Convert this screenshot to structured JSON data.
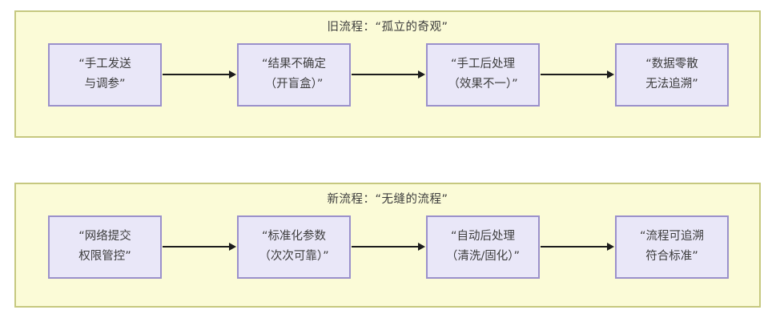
{
  "sections": [
    {
      "title": "旧流程：“孤立的奇观”",
      "boxes": [
        {
          "line1": "“手工发送",
          "line2": "与调参”"
        },
        {
          "line1": "“结果不确定",
          "line2": "（开盲盒）”"
        },
        {
          "line1": "“手工后处理",
          "line2": "（效果不一）”"
        },
        {
          "line1": "“数据零散",
          "line2": "无法追溯”"
        }
      ]
    },
    {
      "title": "新流程：“无缝的流程”",
      "boxes": [
        {
          "line1": "“网络提交",
          "line2": "权限管控”"
        },
        {
          "line1": "“标准化参数",
          "line2": "（次次可靠）”"
        },
        {
          "line1": "“自动后处理",
          "line2": "（清洗/固化）”"
        },
        {
          "line1": "“流程可追溯",
          "line2": "符合标准”"
        }
      ]
    }
  ],
  "colors": {
    "pageBackground": "#ffffff",
    "sectionFill": "#fbfbd7",
    "sectionBorder": "#c6c87f",
    "nodeFill": "#e9e7f8",
    "nodeBorder": "#9a90cb",
    "arrow": "#1c1c1c",
    "text": "#3d3d3d"
  }
}
